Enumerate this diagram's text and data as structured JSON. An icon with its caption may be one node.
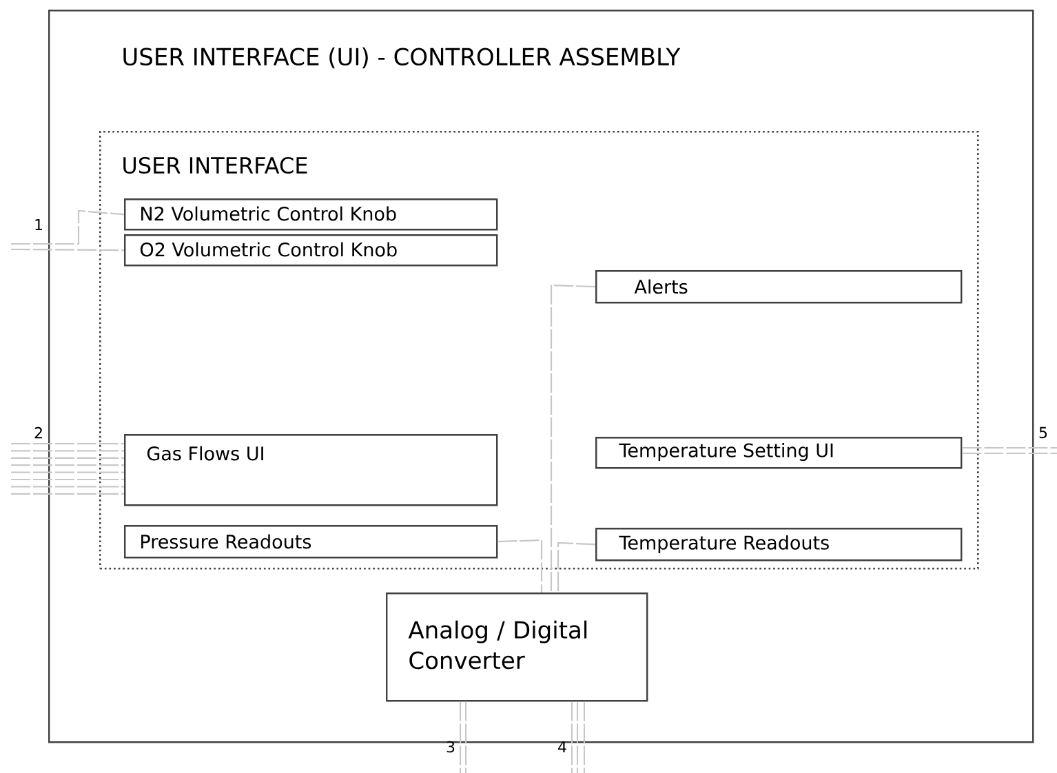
{
  "diagram": {
    "nodes": [
      {
        "text": [
          "USER INTERFACE (UI) - CONTROLLER ASSEMBLY"
        ]
      },
      {
        "text": [
          "USER INTERFACE"
        ],
        "in": 0
      },
      {
        "text": [
          "N2 Volumetric Control Knob"
        ],
        "in": 1
      },
      {
        "text": [
          "O2 Volumetric Control Knob"
        ],
        "in": 1
      },
      {
        "text": [
          "Alerts"
        ],
        "in": 1
      },
      {
        "text": [
          "Gas Flows UI"
        ],
        "in": 1
      },
      {
        "text": [
          "Temperature Setting UI"
        ],
        "in": 1
      },
      {
        "text": [
          "Pressure Readouts"
        ],
        "in": 1
      },
      {
        "text": [
          "Temperature Readouts"
        ],
        "in": 1
      },
      {
        "text": [
          "Analog / Digital Converter"
        ],
        "in": 0
      }
    ],
    "edges": [
      {
        "from": null,
        "to": 2,
        "arrow": "none",
        "style": "dashed"
      },
      {
        "from": null,
        "to": 3,
        "arrow": "none",
        "style": "dashed"
      },
      {
        "from": null,
        "to": 5,
        "arrow": "none",
        "style": "dashed"
      },
      {
        "from": null,
        "to": 5,
        "arrow": "none",
        "style": "dashed"
      },
      {
        "from": null,
        "to": 5,
        "arrow": "none",
        "style": "dashed"
      },
      {
        "from": null,
        "to": 5,
        "arrow": "none",
        "style": "dashed"
      },
      {
        "from": null,
        "to": 5,
        "arrow": "none",
        "style": "dashed"
      },
      {
        "from": null,
        "to": 5,
        "arrow": "none",
        "style": "dashed"
      },
      {
        "from": null,
        "to": 5,
        "arrow": "none",
        "style": "dashed"
      },
      {
        "from": null,
        "to": 5,
        "arrow": "none",
        "style": "dashed"
      },
      {
        "from": 4,
        "to": 9,
        "arrow": "none",
        "style": "dashed"
      },
      {
        "from": 7,
        "to": 9,
        "arrow": "none",
        "style": "dashed"
      },
      {
        "from": 8,
        "to": 9,
        "arrow": "none",
        "style": "dashed"
      },
      {
        "from": 6,
        "to": null,
        "arrow": "none",
        "style": "dashed"
      },
      {
        "from": 6,
        "to": null,
        "arrow": "none",
        "style": "dashed"
      },
      {
        "from": 9,
        "to": null,
        "arrow": "none",
        "style": "dashed"
      },
      {
        "from": 9,
        "to": null,
        "arrow": "none",
        "style": "dashed"
      },
      {
        "from": 9,
        "to": null,
        "arrow": "none",
        "style": "dashed"
      },
      {
        "from": 9,
        "to": null,
        "arrow": "none",
        "style": "dashed"
      },
      {
        "from": 9,
        "to": null,
        "arrow": "none",
        "style": "dashed"
      }
    ],
    "labels": [
      "1",
      "2",
      "5",
      "3",
      "4"
    ]
  }
}
